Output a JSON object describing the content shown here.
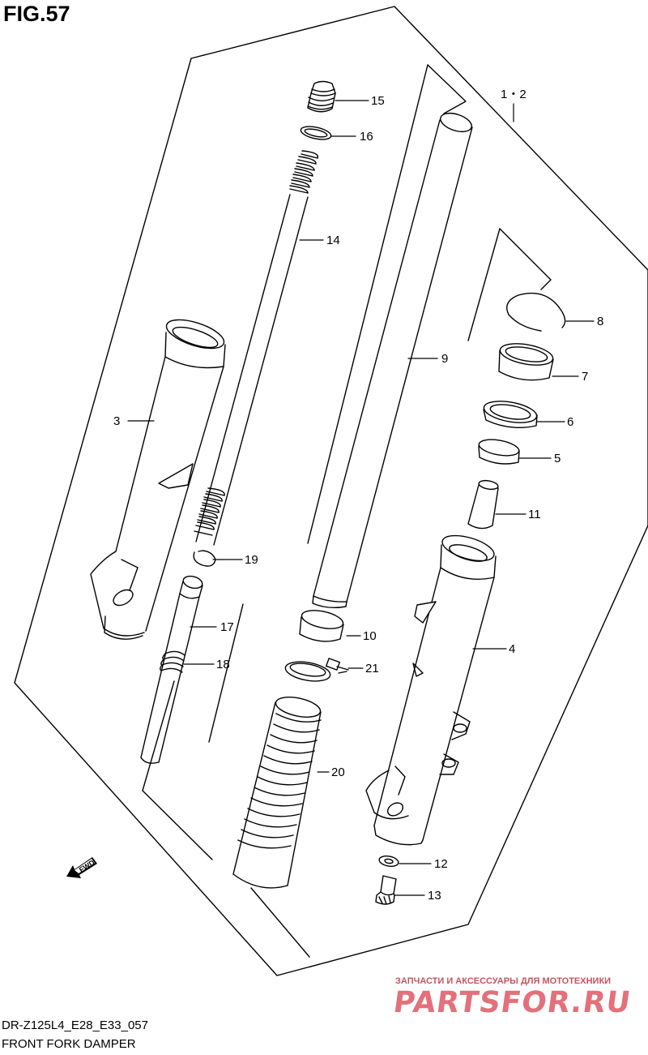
{
  "figure": {
    "title": "FIG.57"
  },
  "callouts": {
    "c1_2": "1・2",
    "c3": "3",
    "c4": "4",
    "c5": "5",
    "c6": "6",
    "c7": "7",
    "c8": "8",
    "c9": "9",
    "c10": "10",
    "c11": "11",
    "c12": "12",
    "c13": "13",
    "c14": "14",
    "c15": "15",
    "c16": "16",
    "c17": "17",
    "c18": "18",
    "c19": "19",
    "c20": "20",
    "c21": "21"
  },
  "fwd_marker": "FWD",
  "footer": {
    "code": "DR-Z125L4_E28_E33_057",
    "caption": "FRONT FORK DAMPER"
  },
  "watermark": {
    "line1": "ЗАПЧАСТИ И АКСЕССУАРЫ ДЛЯ МОТОТЕХНИКИ",
    "line2": "PARTSFOR.RU"
  }
}
